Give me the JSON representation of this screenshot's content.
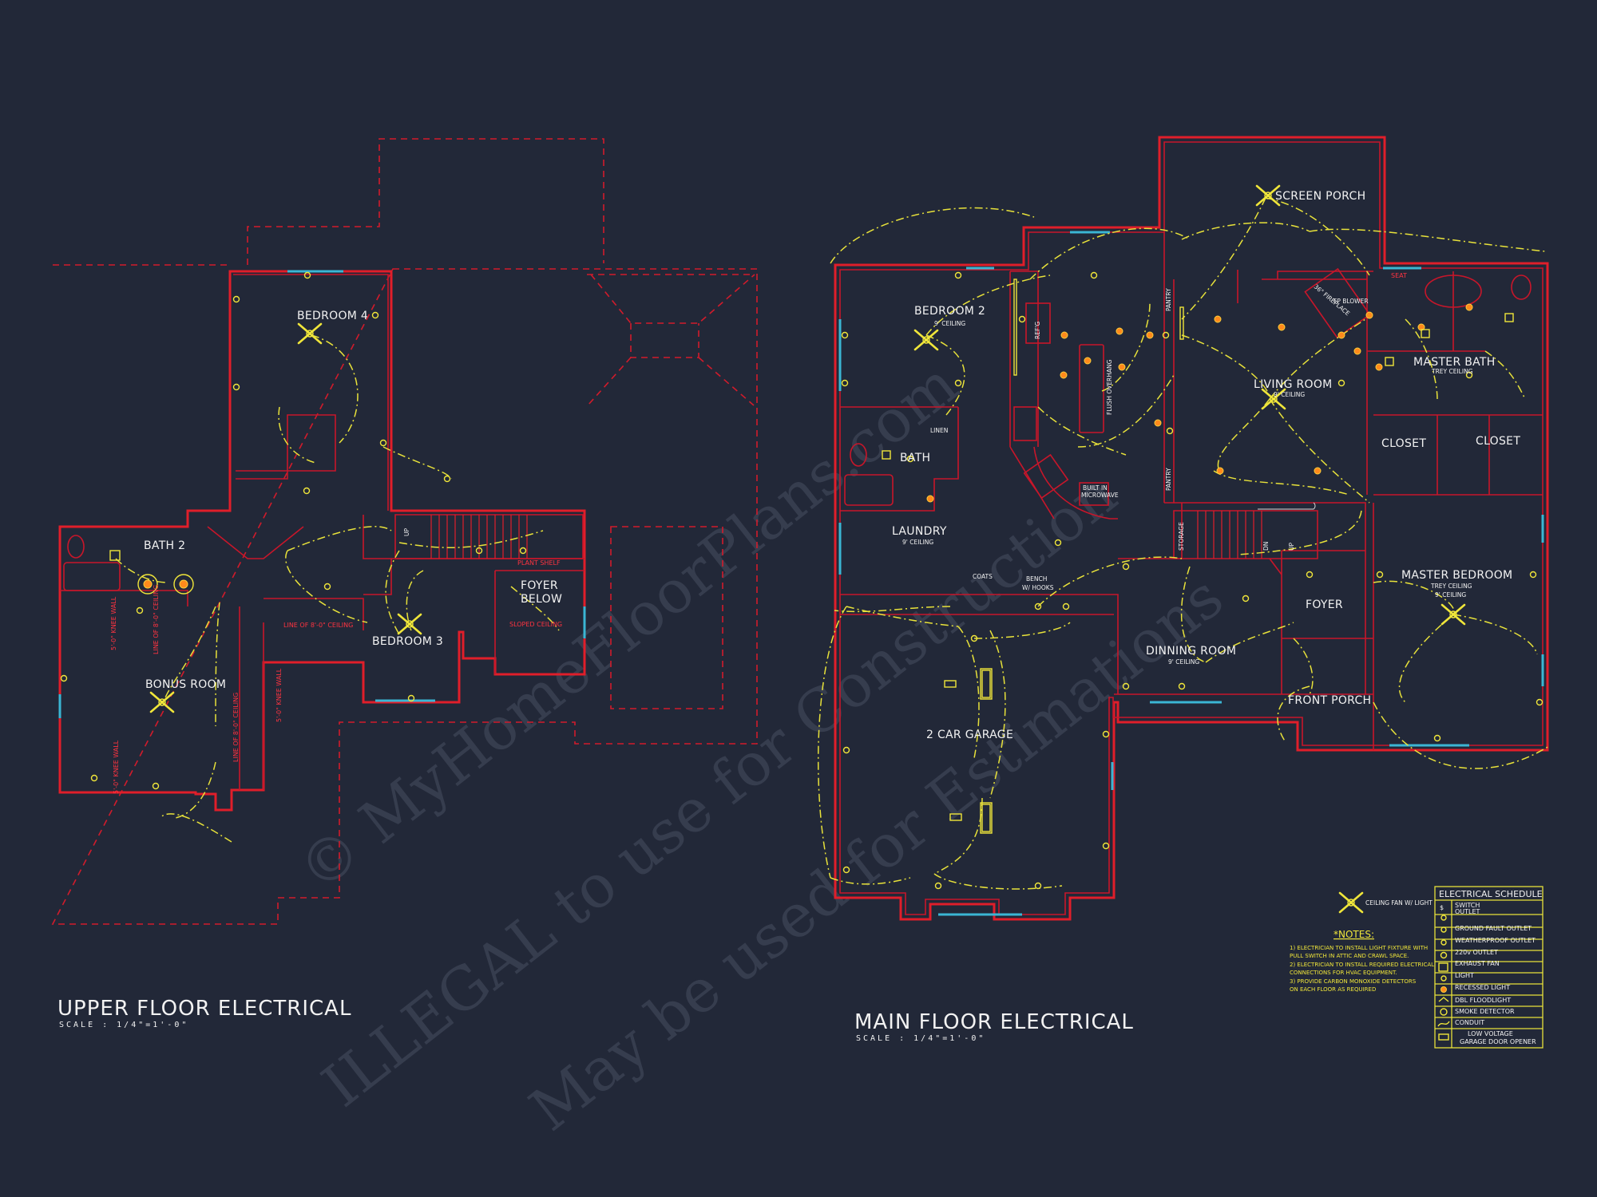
{
  "watermark": {
    "line1": "© MyHomeFloorPlans.com",
    "line2": "ILLEGAL to use for Construction",
    "line3": "May be used for Estimations"
  },
  "upper_floor": {
    "title": "UPPER FLOOR ELECTRICAL",
    "scale": "SCALE : 1/4\"=1'-0\"",
    "rooms": {
      "bedroom4": "BEDROOM 4",
      "bath2": "BATH 2",
      "bedroom3": "BEDROOM 3",
      "bonus": "BONUS ROOM",
      "foyer_below_1": "FOYER",
      "foyer_below_2": "BELOW"
    },
    "notes": {
      "plant_shelf": "PLANT SHELF",
      "sloped_ceiling": "SLOPED CEILING",
      "line_of_ceiling": "LINE OF 8'-0\" CEILING",
      "line_of_ceiling_v1": "LINE OF 8'-0\" CEILING",
      "line_of_ceiling_v2": "LINE OF 8'-0\" CEILING",
      "knee_wall_1": "5'-0\" KNEE WALL",
      "knee_wall_2": "5'-0\" KNEE WALL",
      "knee_wall_3": "5'-0\" KNEE WALL",
      "up": "UP"
    }
  },
  "main_floor": {
    "title": "MAIN FLOOR ELECTRICAL",
    "scale": "SCALE : 1/4\"=1'-0\"",
    "rooms": {
      "screen_porch": "SCREEN PORCH",
      "bedroom2": "BEDROOM 2",
      "bedroom2_sub": "9' CEILING",
      "linen": "LINEN",
      "bath": "BATH",
      "laundry": "LAUNDRY",
      "laundry_sub": "9' CEILING",
      "coats": "COATS",
      "bench_1": "BENCH",
      "bench_2": "W/ HOOKS",
      "garage": "2 CAR GARAGE",
      "pantry1": "PANTRY",
      "pantry2": "PANTRY",
      "storage": "STORAGE",
      "living": "LIVING ROOM",
      "living_sub": "9' CEILING",
      "master_bath": "MASTER BATH",
      "master_bath_sub": "TREY CEILING",
      "closet1": "CLOSET",
      "closet2": "CLOSET",
      "master_bed": "MASTER BEDROOM",
      "master_bed_sub1": "TREY CEILING",
      "master_bed_sub2": "9' CEILING",
      "foyer": "FOYER",
      "dining": "DINNING ROOM",
      "dining_sub": "9' CEILING",
      "front_porch": "FRONT PORCH",
      "refg": "REF'G",
      "built_in_1": "BUILT IN",
      "built_in_2": "MICROWAVE",
      "flush": "FLUSH OVERHANG",
      "seat": "SEAT",
      "fireplace_1": "36\" FIREPLACE",
      "fireplace_2": "FP BLOWER",
      "up": "UP",
      "dn": "DN"
    }
  },
  "legend": {
    "fan_label": "CEILING FAN W/ LIGHT",
    "title": "ELECTRICAL SCHEDULE",
    "items": [
      "SWITCH",
      "OUTLET",
      "GROUND FAULT OUTLET",
      "WEATHERPROOF OUTLET",
      "220v OUTLET",
      "EXHAUST FAN",
      "LIGHT",
      "RECESSED LIGHT",
      "DBL FLOODLIGHT",
      "SMOKE DETECTOR",
      "CONDUIT",
      "LOW VOLTAGE",
      "GARAGE DOOR OPENER"
    ]
  },
  "notes": {
    "heading": "*NOTES:",
    "lines": [
      "1)  ELECTRICIAN TO INSTALL LIGHT FIXTURE WITH",
      "     PULL SWITCH IN ATTIC AND CRAWL SPACE.",
      "2)  ELECTRICIAN TO INSTALL REQUIRED ELECTRICAL",
      "     CONNECTIONS FOR HVAC EQUIPMENT.",
      "3)  PROVIDE CARBON MONOXIDE DETECTORS",
      "     ON EACH FLOOR AS REQUIRED"
    ]
  }
}
